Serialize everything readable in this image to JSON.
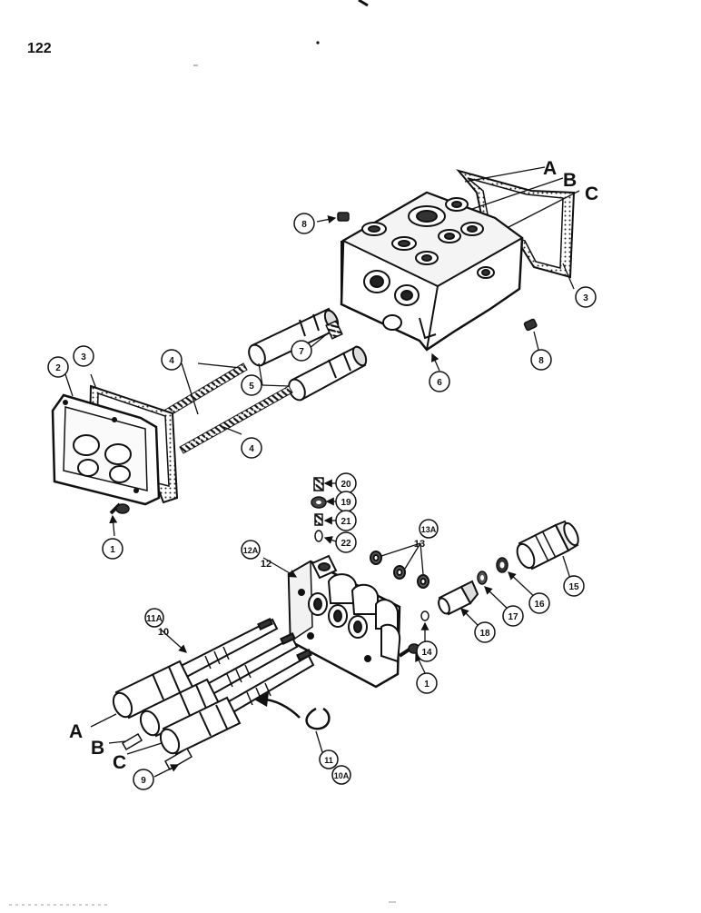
{
  "page": {
    "number": "122"
  },
  "upper_assembly": {
    "callouts": [
      "1",
      "2",
      "3",
      "3",
      "4",
      "4",
      "5",
      "6",
      "7",
      "8",
      "8"
    ],
    "letters": [
      "A",
      "B",
      "C"
    ]
  },
  "lower_assembly": {
    "callouts": [
      "1",
      "9",
      "10",
      "11",
      "10A",
      "11A",
      "12",
      "12A",
      "13",
      "13A",
      "14",
      "15",
      "16",
      "17",
      "18",
      "19",
      "20",
      "21",
      "22"
    ],
    "letters": [
      "A",
      "B",
      "C"
    ]
  }
}
